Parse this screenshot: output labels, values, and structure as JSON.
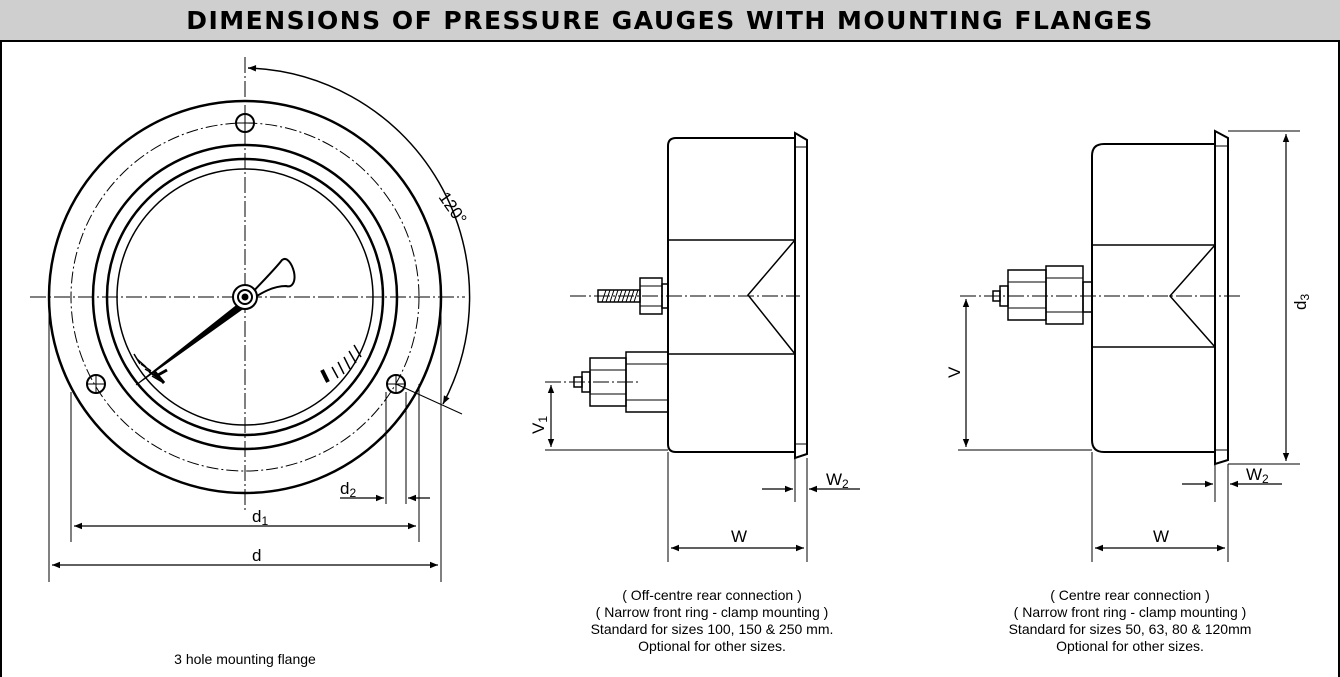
{
  "title": "DIMENSIONS OF PRESSURE GAUGES WITH MOUNTING FLANGES",
  "front_view": {
    "angle_label": "120°",
    "dim_d": "d",
    "dim_d1": "d",
    "dim_d1_sub": "1",
    "dim_d2": "d",
    "dim_d2_sub": "2",
    "caption": "3 hole mounting flange"
  },
  "side_view_off_centre": {
    "dim_w": "W",
    "dim_w2": "W",
    "dim_w2_sub": "2",
    "dim_v1": "V",
    "dim_v1_sub": "1",
    "caption_lines": [
      "( Off-centre rear connection )",
      "( Narrow front ring - clamp mounting )",
      "Standard for sizes 100, 150 & 250 mm.",
      "Optional for other sizes."
    ]
  },
  "side_view_centre": {
    "dim_w": "W",
    "dim_w2": "W",
    "dim_w2_sub": "2",
    "dim_v": "V",
    "dim_d3": "d",
    "dim_d3_sub": "3",
    "caption_lines": [
      "( Centre rear connection )",
      "( Narrow front ring - clamp mounting )",
      "Standard for sizes 50, 63, 80 & 120mm",
      "Optional for other sizes."
    ]
  }
}
